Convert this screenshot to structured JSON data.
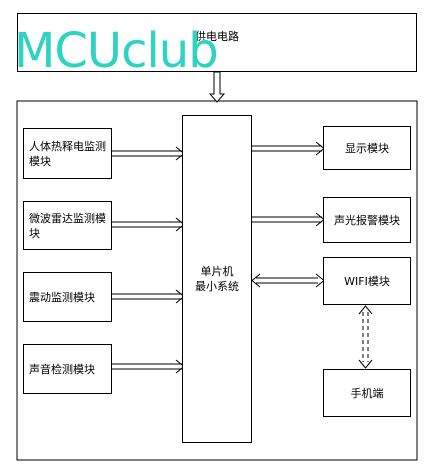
{
  "watermark": "MCUclub",
  "power": {
    "label": "供电电路"
  },
  "mcu": {
    "line1": "单片机",
    "line2": "最小系统"
  },
  "left_modules": {
    "pir": {
      "line1": "人体热释电监测",
      "line2": "模块"
    },
    "radar": {
      "line1": "微波雷达监测模",
      "line2": "块"
    },
    "vibration": {
      "label": "震动监测模块"
    },
    "sound": {
      "label": "声音检测模块"
    }
  },
  "right_modules": {
    "display": {
      "label": "显示模块"
    },
    "alarm": {
      "label": "声光报警模块"
    },
    "wifi": {
      "label": "WIFI模块"
    },
    "phone": {
      "label": "手机端"
    }
  },
  "colors": {
    "line": "#000000",
    "watermark": "#2ed3c1"
  }
}
